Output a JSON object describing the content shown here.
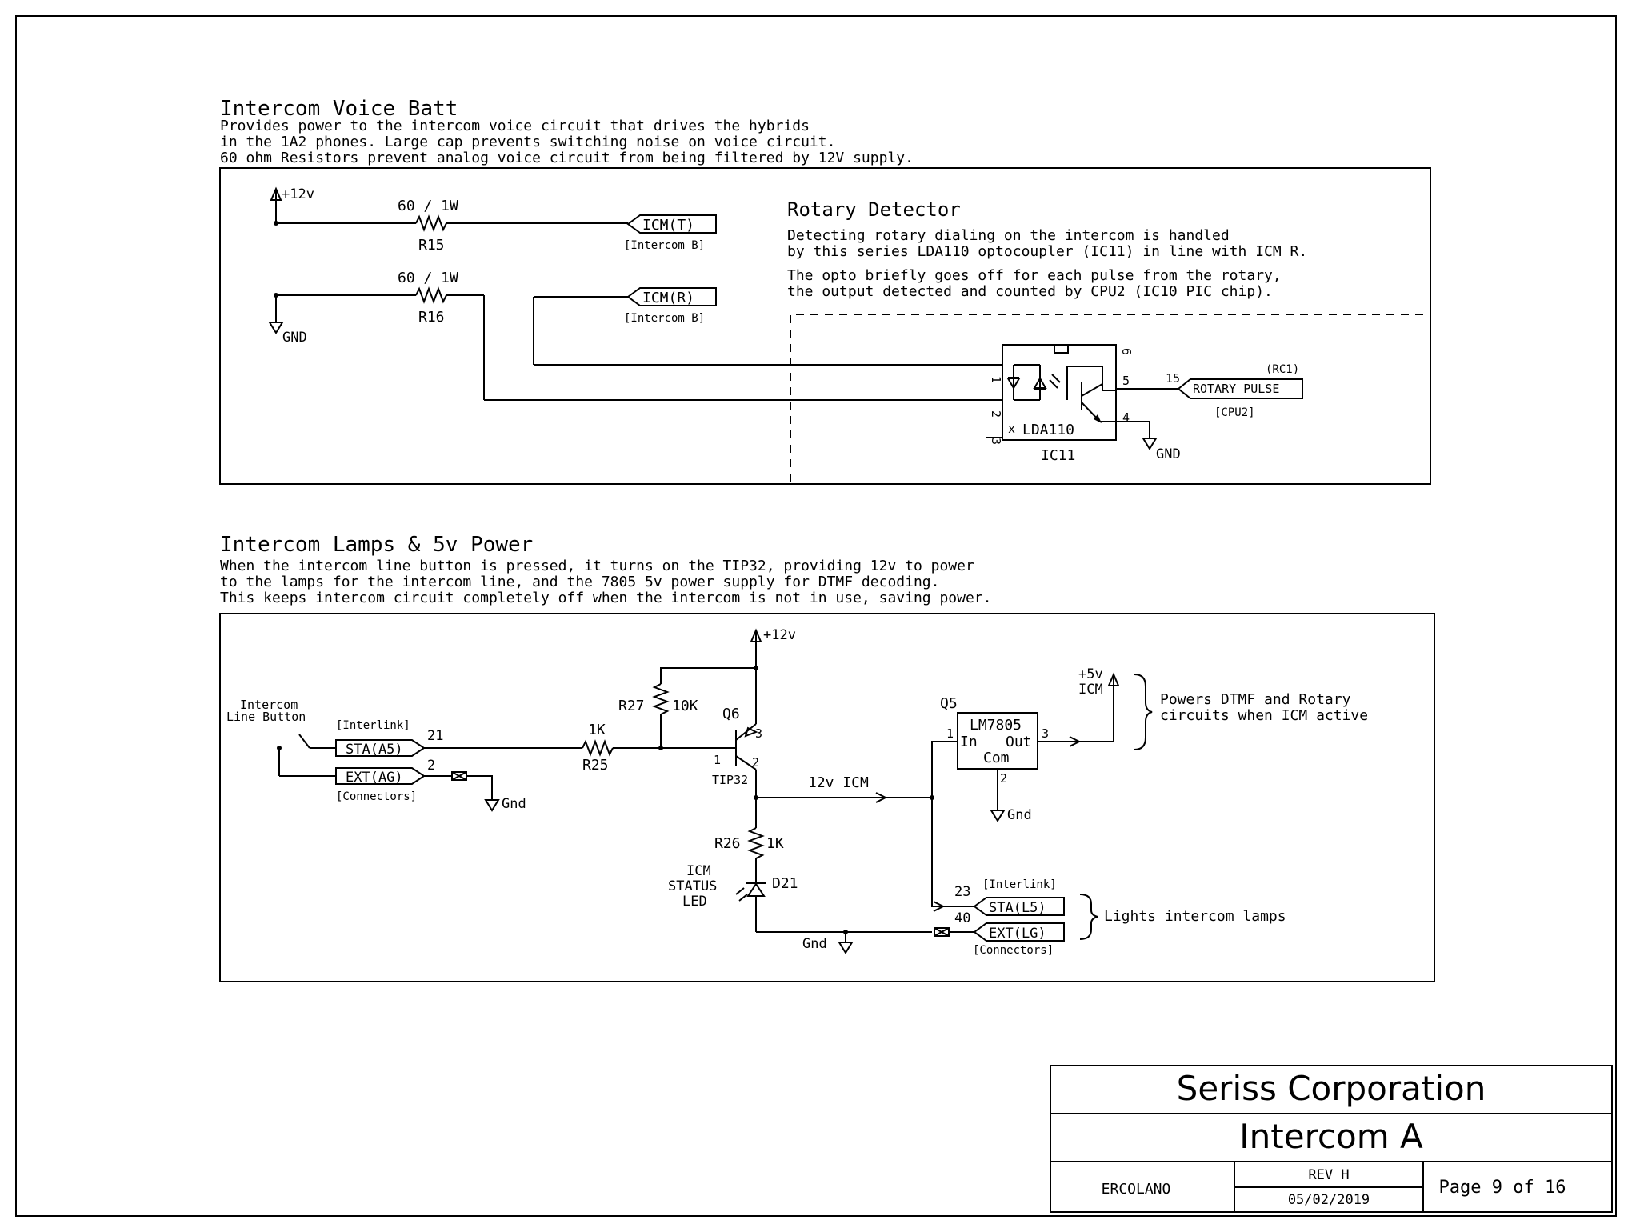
{
  "section1": {
    "title": "Intercom Voice Batt",
    "desc": [
      "Provides power to the intercom voice circuit that drives the hybrids",
      "in the 1A2 phones. Large cap prevents switching noise on voice circuit.",
      "60 ohm Resistors prevent analog voice circuit from being filtered by 12V supply."
    ],
    "power_12v": "+12v",
    "gnd": "GND",
    "r15": {
      "value": "60 / 1W",
      "ref": "R15"
    },
    "r16": {
      "value": "60 / 1W",
      "ref": "R16"
    },
    "icm_t": {
      "label": "ICM(T)",
      "sub": "[Intercom B]"
    },
    "icm_r": {
      "label": "ICM(R)",
      "sub": "[Intercom B]"
    }
  },
  "rotary": {
    "title": "Rotary Detector",
    "desc1": [
      "Detecting rotary dialing on the intercom is handled",
      "by this series LDA110 optocoupler (IC11) in line with ICM R."
    ],
    "desc2": [
      "The opto briefly goes off for each pulse from the rotary,",
      "the output detected and counted by CPU2 (IC10 PIC chip)."
    ],
    "ic": {
      "part": "LDA110",
      "ref": "IC11",
      "nc_mark": "x",
      "pins": [
        "1",
        "2",
        "3",
        "4",
        "5",
        "6"
      ]
    },
    "pin15": "15",
    "rc1": "(RC1)",
    "rotary_pulse": "ROTARY PULSE",
    "cpu2": "[CPU2]",
    "gnd": "GND"
  },
  "section2": {
    "title": "Intercom Lamps & 5v Power",
    "desc": [
      "When the intercom line button is pressed, it turns on the TIP32, providing 12v to power",
      "to the lamps for the intercom line, and the 7805 5v power supply for DTMF decoding.",
      "This keeps intercom circuit completely off when the intercom is not in use, saving power."
    ],
    "power_12v": "+12v",
    "button_label": [
      "Intercom",
      "Line Button"
    ],
    "interlink": "[Interlink]",
    "sta_a5": "STA(A5)",
    "pin21": "21",
    "ext_ag": "EXT(AG)",
    "pin2": "2",
    "connectors": "[Connectors]",
    "gnd": "Gnd",
    "r25": {
      "value": "1K",
      "ref": "R25"
    },
    "r27": {
      "value": "10K",
      "ref": "R27"
    },
    "q6": {
      "ref": "Q6",
      "part": "TIP32",
      "pins": [
        "1",
        "2",
        "3"
      ]
    },
    "net_12v_icm": "12v ICM",
    "r26": {
      "value": "1K",
      "ref": "R26"
    },
    "d21": {
      "ref": "D21",
      "label": [
        "ICM",
        "STATUS",
        "LED"
      ]
    },
    "q5": {
      "ref": "Q5",
      "part": "LM7805",
      "in": "In",
      "out": "Out",
      "com": "Com",
      "pins": [
        "1",
        "2",
        "3"
      ]
    },
    "plus5": [
      "+5v",
      "ICM"
    ],
    "note_power": [
      "Powers DTMF and Rotary",
      "circuits when ICM active"
    ],
    "interlink2": "[Interlink]",
    "pin23": "23",
    "sta_l5": "STA(L5)",
    "pin40": "40",
    "ext_lg": "EXT(LG)",
    "connectors2": "[Connectors]",
    "note_lamps": "Lights intercom lamps"
  },
  "title_block": {
    "company": "Seriss Corporation",
    "title": "Intercom A",
    "author": "ERCOLANO",
    "rev": "REV H",
    "date": "05/02/2019",
    "page": "Page 9 of 16"
  }
}
